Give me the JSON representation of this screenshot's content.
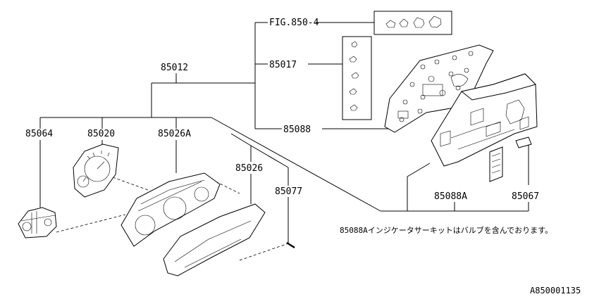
{
  "labels": {
    "fig_ref": "FIG.850-4",
    "p85012": "85012",
    "p85017": "85017",
    "p85088": "85088",
    "p85064": "85064",
    "p85020": "85020",
    "p85026A": "85026A",
    "p85026": "85026",
    "p85077": "85077",
    "p85088A": "85088A",
    "p85067": "85067"
  },
  "note": "85088Aインジケータサーキットはバルブを含んでおります。",
  "diagram_code": "A850001135"
}
